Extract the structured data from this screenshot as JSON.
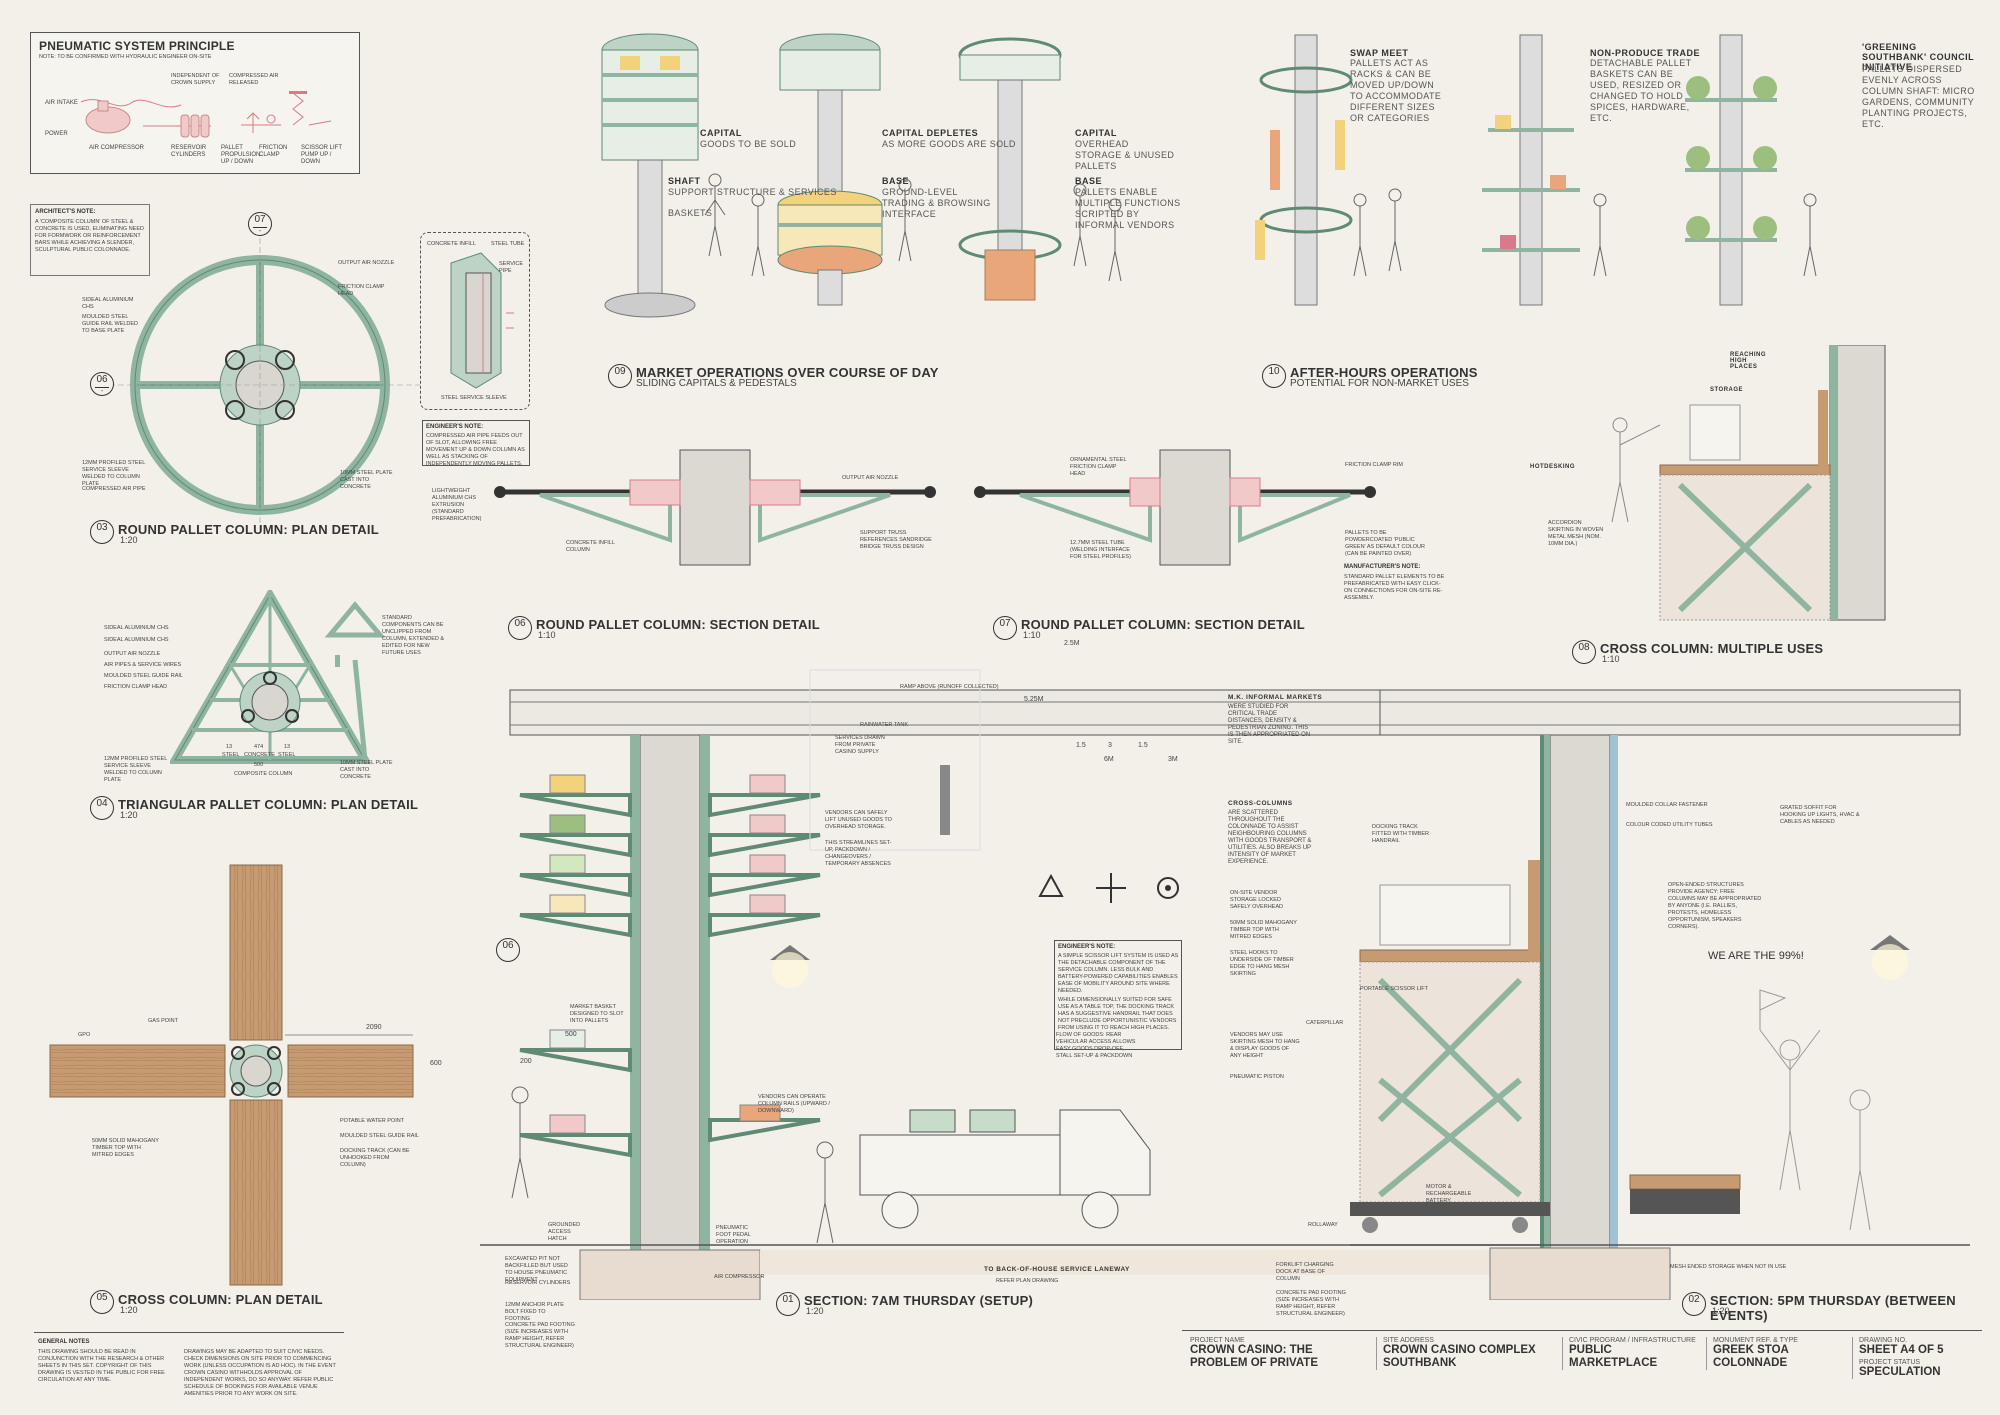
{
  "pneumatic": {
    "title": "PNEUMATIC SYSTEM PRINCIPLE",
    "note": "NOTE: TO BE CONFIRMED WITH HYDRAULIC ENGINEER ON-SITE",
    "air_intake": "AIR INTAKE",
    "power": "POWER",
    "compressor": "AIR COMPRESSOR",
    "independent": "INDEPENDENT OF CROWN SUPPLY",
    "released": "COMPRESSED AIR RELEASED",
    "reservoir": "RESERVOIR CYLINDERS",
    "pallet_prop": "PALLET PROPULSION UP / DOWN",
    "friction": "FRICTION CLAMP",
    "scissor": "SCISSOR LIFT PUMP UP / DOWN"
  },
  "architect_note": {
    "head": "ARCHITECT'S NOTE:",
    "body": "A 'COMPOSITE COLUMN' OF STEEL & CONCRETE IS USED, ELIMINATING NEED FOR FORMWORK OR REINFORCEMENT BARS WHILE ACHIEVING A SLENDER, SCULPTURAL PUBLIC COLONNADE."
  },
  "engineer_note1": {
    "head": "ENGINEER'S NOTE:",
    "body": "COMPRESSED AIR PIPE FEEDS OUT OF SLOT, ALLOWING FREE MOVEMENT UP & DOWN COLUMN AS WELL AS STACKING OF INDEPENDENTLY MOVING PALLETS."
  },
  "plan03": {
    "labels": [
      "OUTPUT AIR NOZZLE",
      "FRICTION CLAMP HEAD",
      "SIDEAL ALUMINIUM CHS",
      "MOULDED STEEL GUIDE RAIL WELDED TO BASE PLATE",
      "12MM PROFILED STEEL SERVICE SLEEVE WELDED TO COLUMN PLATE",
      "COMPRESSED AIR PIPE",
      "10MM STEEL PLATE CAST INTO CONCRETE"
    ],
    "detail_labels": [
      "CONCRETE INFILL",
      "STEEL TUBE",
      "SERVICE PIPE",
      "STEEL SERVICE SLEEVE"
    ],
    "num": "03",
    "title": "ROUND PALLET COLUMN: PLAN DETAIL",
    "scale": "1:20"
  },
  "plan04": {
    "labels": [
      "SIDEAL ALUMINIUM CHS",
      "SIDEAL ALUMINIUM CHS",
      "OUTPUT AIR NOZZLE",
      "AIR PIPES & SERVICE WIRES",
      "MOULDED STEEL GUIDE RAIL",
      "FRICTION CLAMP HEAD",
      "12MM PROFILED STEEL SERVICE SLEEVE WELDED TO COLUMN PLATE",
      "10MM STEEL PLATE CAST INTO CONCRETE",
      "STANDARD COMPONENTS CAN BE UNCLIPPED FROM COLUMN, EXTENDED & EDITED FOR NEW FUTURE USES"
    ],
    "dims": [
      "13",
      "474",
      "13",
      "500"
    ],
    "dim_labels": [
      "STEEL",
      "CONCRETE",
      "STEEL",
      "COMPOSITE COLUMN"
    ],
    "num": "04",
    "title": "TRIANGULAR PALLET COLUMN: PLAN DETAIL",
    "scale": "1:20"
  },
  "plan05": {
    "labels": [
      "GPO",
      "GAS POINT",
      "POTABLE WATER POINT",
      "MOULDED STEEL GUIDE RAIL",
      "DOCKING TRACK (CAN BE UNHOOKED FROM COLUMN)",
      "50MM SOLID MAHOGANY TIMBER TOP WITH MITRED EDGES"
    ],
    "dims": [
      "2090",
      "600"
    ],
    "num": "05",
    "title": "CROSS COLUMN: PLAN DETAIL",
    "scale": "1:20"
  },
  "market09": {
    "groups": [
      {
        "cap": "CAPITAL",
        "cap_desc": "GOODS TO BE SOLD",
        "base": "SHAFT",
        "base_desc": "SUPPORT STRUCTURE & SERVICES",
        "extra": "BASKETS"
      },
      {
        "cap": "CAPITAL DEPLETES",
        "cap_desc": "AS MORE GOODS ARE SOLD",
        "base": "BASE",
        "base_desc": "GROUND-LEVEL TRADING & BROWSING INTERFACE",
        "extra": ""
      },
      {
        "cap": "CAPITAL",
        "cap_desc": "OVERHEAD STORAGE & UNUSED PALLETS",
        "base": "BASE",
        "base_desc": "PALLETS ENABLE MULTIPLE FUNCTIONS SCRIPTED BY INFORMAL VENDORS",
        "extra": ""
      }
    ],
    "num": "09",
    "title": "MARKET OPERATIONS OVER COURSE OF DAY",
    "sub": "SLIDING CAPITALS & PEDESTALS"
  },
  "afterhours10": {
    "groups": [
      {
        "title": "SWAP MEET",
        "desc": "PALLETS ACT AS RACKS & CAN BE MOVED UP/DOWN TO ACCOMMODATE DIFFERENT SIZES OR CATEGORIES"
      },
      {
        "title": "NON-PRODUCE TRADE",
        "desc": "DETACHABLE PALLET BASKETS CAN BE USED, RESIZED OR CHANGED TO HOLD SPICES, HARDWARE, ETC."
      },
      {
        "title": "'GREENING SOUTHBANK' COUNCIL INITIATIVE",
        "desc": "PALLETS DISPERSED EVENLY ACROSS COLUMN SHAFT: MICRO GARDENS, COMMUNITY PLANTING PROJECTS, ETC."
      }
    ],
    "num": "10",
    "title": "AFTER-HOURS OPERATIONS",
    "sub": "POTENTIAL FOR NON-MARKET USES"
  },
  "detail_mid": {
    "labels_left": [
      "LIGHTWEIGHT ALUMINIUM CHS EXTRUSION (STANDARD PREFABRICATION)",
      "CONCRETE INFILL COLUMN",
      "OUTPUT AIR NOZZLE",
      "SUPPORT TRUSS REFERENCES SANDRIDGE BRIDGE TRUSS DESIGN"
    ],
    "labels_right": [
      "ORNAMENTAL STEEL FRICTION CLAMP HEAD",
      "FRICTION CLAMP RIM",
      "12.7MM STEEL TUBE (WELDING INTERFACE FOR STEEL PROFILES)",
      "PALLETS TO BE POWDERCOATED 'PUBLIC GREEN' AS DEFAULT COLOUR (CAN BE PAINTED OVER)"
    ],
    "mfr_head": "MANUFACTURER'S NOTE:",
    "mfr_body": "STANDARD PALLET ELEMENTS TO BE PREFABRICATED WITH EASY CLICK-ON CONNECTIONS FOR ON-SITE RE-ASSEMBLY."
  },
  "multi08": {
    "labels": [
      "REACHING HIGH PLACES",
      "STORAGE",
      "HOTDESKING",
      "ACCORDION SKIRTING IN WOVEN METAL MESH (NOM. 10mm DIA.)"
    ],
    "num": "08",
    "title": "CROSS COLUMN: MULTIPLE USES",
    "scale": "1:10"
  },
  "sec06": {
    "num": "06",
    "title": "ROUND PALLET COLUMN: SECTION DETAIL",
    "scale": "1:10"
  },
  "sec07": {
    "num": "07",
    "title": "ROUND PALLET COLUMN: SECTION DETAIL",
    "scale": "1:10"
  },
  "section01": {
    "labels": [
      "RAMP ABOVE (RUNOFF COLLECTED)",
      "RAINWATER TANK",
      "SERVICES DRAWN FROM PRIVATE CASINO SUPPLY",
      "VENDORS CAN SAFELY LIFT UNUSED GOODS TO OVERHEAD STORAGE.",
      "THIS STREAMLINES SET-UP, PACKDOWN / CHANGEOVERS / TEMPORARY ABSENCES",
      "MARKET BASKET DESIGNED TO SLOT INTO PALLETS",
      "VENDORS CAN OPERATE COLUMN RAILS (UPWARD / DOWNWARD)",
      "FLOW OF GOODS: REAR VEHICULAR ACCESS ALLOWS EASY GOODS DROP-OFF, STALL SET-UP & PACKDOWN",
      "GROUNDED ACCESS HATCH",
      "PNEUMATIC FOOT PEDAL OPERATION",
      "EXCAVATED PIT NOT BACKFILLED BUT USED TO HOUSE PNEUMATIC EQUIPMENT",
      "RESERVOIR CYLINDERS",
      "AIR COMPRESSOR",
      "12MM ANCHOR PLATE BOLT FIXED TO FOOTING",
      "CONCRETE PAD FOOTING (SIZE INCREASES WITH RAMP HEIGHT, REFER STRUCTURAL ENGINEER)",
      "TO BACK-OF-HOUSE SERVICE LANEWAY",
      "REFER PLAN DRAWING"
    ],
    "dims": [
      "500",
      "200"
    ],
    "callout": "06",
    "num": "01",
    "title": "SECTION: 7AM THURSDAY (SETUP)",
    "scale": "1:20"
  },
  "mkinfo": {
    "dims": [
      "2.5M",
      "5.25M",
      "1.5",
      "3",
      "1.5",
      "6M",
      "3M"
    ],
    "head": "M.K. INFORMAL MARKETS",
    "body": "WERE STUDIED FOR CRITICAL TRADE DISTANCES, DENSITY & PEDESTRIAN ZONING. THIS IS THEN APPROPRIATED ON SITE.",
    "cross_head": "CROSS-COLUMNS",
    "cross_body": "ARE SCATTERED THROUGHOUT THE COLONNADE TO ASSIST NEIGHBOURING COLUMNS WITH GOODS TRANSPORT & UTILITIES. ALSO BREAKS UP INTENSITY OF MARKET EXPERIENCE.",
    "eng_head": "ENGINEER'S NOTE:",
    "eng_body1": "A SIMPLE SCISSOR LIFT SYSTEM IS USED AS THE DETACHABLE COMPONENT OF THE SERVICE COLUMN. LESS BULK AND BATTERY-POWERED CAPABILITIES ENABLES EASE OF MOBILITY AROUND SITE WHERE NEEDED.",
    "eng_body2": "WHILE DIMENSIONALLY SUITED FOR SAFE USE AS A TABLE TOP, THE DOCKING TRACK HAS A SUGGESTIVE HANDRAIL THAT DOES NOT PRECLUDE OPPORTUNISTIC VENDORS FROM USING IT TO REACH HIGH PLACES."
  },
  "section02": {
    "labels": [
      "MOULDED COLLAR FASTENER",
      "COLOUR CODED UTILITY TUBES",
      "GRATED SOFFIT FOR HOOKING UP LIGHTS, HVAC & CABLES AS NEEDED",
      "DOCKING TRACK FITTED WITH TIMBER HANDRAIL",
      "ON-SITE VENDOR STORAGE LOCKED SAFELY OVERHEAD",
      "50MM SOLID MAHOGANY TIMBER TOP WITH MITRED EDGES",
      "STEEL HOOKS TO UNDERSIDE OF TIMBER EDGE TO HANG MESH SKIRTING",
      "PORTABLE SCISSOR LIFT",
      "CATERPILLAR",
      "VENDORS MAY USE SKIRTING MESH TO HANG & DISPLAY GOODS OF ANY HEIGHT",
      "PNEUMATIC PISTON",
      "MOTOR & RECHARGEABLE BATTERY",
      "ROLLAWAY",
      "FORKLIFT CHARGING DOCK AT BASE OF COLUMN",
      "CONCRETE PAD FOOTING (SIZE INCREASES WITH RAMP HEIGHT, REFER STRUCTURAL ENGINEER)",
      "MESH ENDED STORAGE WHEN NOT IN USE",
      "OPEN-ENDED STRUCTURES PROVIDE AGENCY: FREE COLUMNS MAY BE APPROPRIATED BY ANYONE (I.E. RALLIES, PROTESTS, HOMELESS OPPORTUNISM, SPEAKERS CORNERS)."
    ],
    "sign": "WE ARE THE 99%!",
    "num": "02",
    "title": "SECTION: 5PM THURSDAY (BETWEEN EVENTS)",
    "scale": "1:20"
  },
  "general_notes": {
    "head": "GENERAL NOTES",
    "col1": "THIS DRAWING SHOULD BE READ IN CONJUNCTION WITH THE RESEARCH & OTHER SHEETS IN THIS SET. COPYRIGHT OF THIS DRAWING IS VESTED IN THE PUBLIC FOR FREE CIRCULATION AT ANY TIME.",
    "col2": "DRAWINGS MAY BE ADAPTED TO SUIT CIVIC NEEDS. CHECK DIMENSIONS ON SITE PRIOR TO COMMENCING WORK (UNLESS OCCUPATION IS AD HOC). IN THE EVENT CROWN CASINO WITHHOLDS APPROVAL OF INDEPENDENT WORKS, DO SO ANYWAY. REFER PUBLIC SCHEDULE OF BOOKINGS FOR AVAILABLE VENUE AMENITIES PRIOR TO ANY WORK ON SITE."
  },
  "titleblock": [
    {
      "label": "PROJECT NAME",
      "value": "CROWN CASINO: THE PROBLEM OF PRIVATE"
    },
    {
      "label": "SITE ADDRESS",
      "value": "CROWN CASINO COMPLEX SOUTHBANK"
    },
    {
      "label": "CIVIC PROGRAM / INFRASTRUCTURE",
      "value": "PUBLIC MARKETPLACE"
    },
    {
      "label": "MONUMENT REF. & TYPE",
      "value": "GREEK STOA COLONNADE"
    },
    {
      "label": "DRAWING NO.",
      "value": "SHEET A4 OF 5"
    }
  ],
  "project_status": {
    "label": "PROJECT STATUS",
    "value": "SPECULATION"
  },
  "colors": {
    "green": "#8fb5a0",
    "green_dark": "#5f8a73",
    "pink": "#d97a8a",
    "timber": "#c79b72",
    "concrete": "#d9d6d0",
    "orange": "#e8a67a",
    "yellow": "#f2d27a"
  }
}
